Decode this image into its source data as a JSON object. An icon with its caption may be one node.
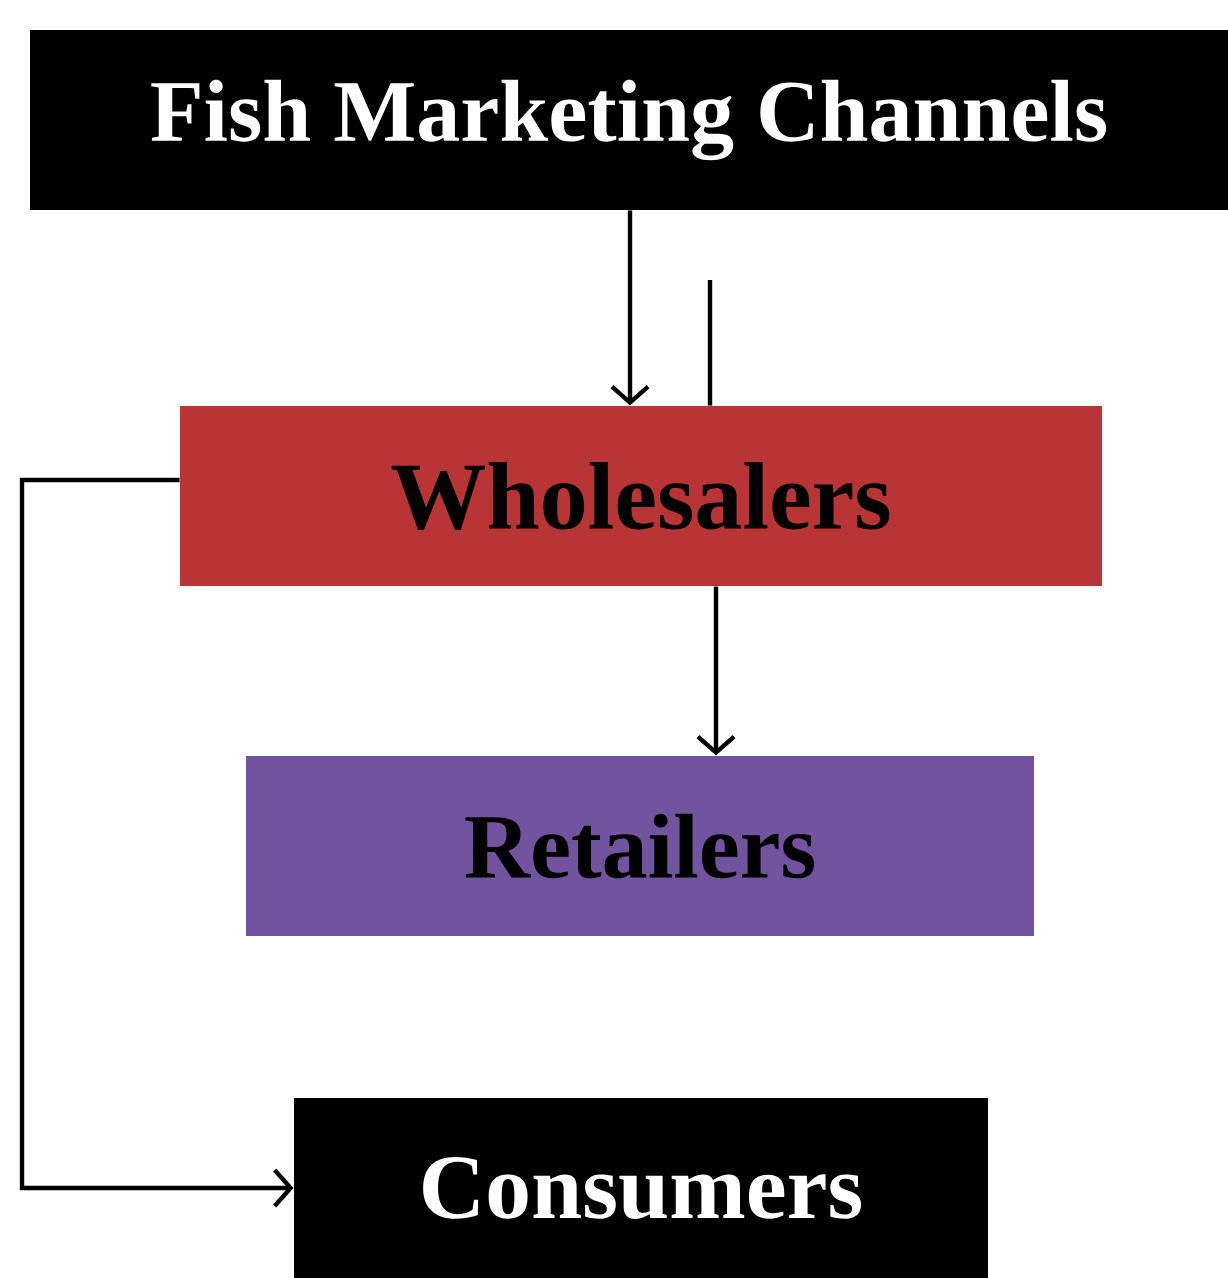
{
  "diagram": {
    "nodes": [
      {
        "text": [
          "Fish Marketing Channels"
        ]
      },
      {
        "text": [
          "Wholesalers"
        ]
      },
      {
        "text": [
          "Retailers"
        ]
      },
      {
        "text": [
          "Consumers"
        ]
      }
    ],
    "edges": [
      {
        "from": 0,
        "to": 1,
        "arrow": "to"
      },
      {
        "from": 1,
        "to": null,
        "arrow": "none"
      },
      {
        "from": 1,
        "to": 2,
        "arrow": "to"
      },
      {
        "from": 1,
        "to": 3,
        "arrow": "to"
      }
    ]
  }
}
